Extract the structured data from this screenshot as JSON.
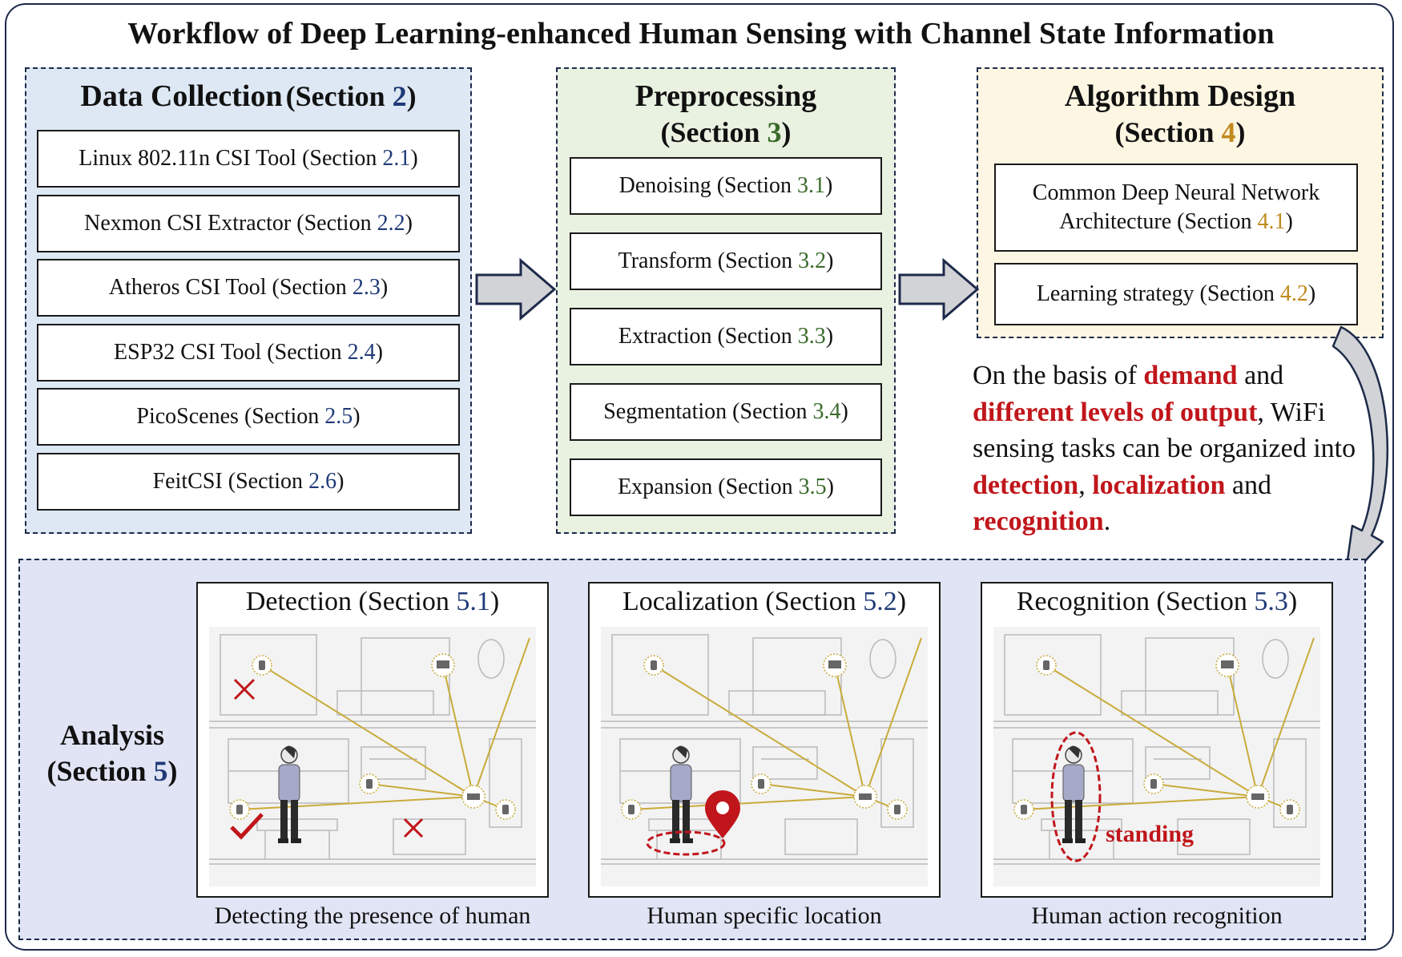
{
  "title": "Workflow of Deep Learning-enhanced Human Sensing with Channel State Information",
  "colors": {
    "section_blue": "#1f3a78",
    "section_green": "#3a6a2a",
    "section_gold": "#c08a1e",
    "emphasis_red": "#c0161b"
  },
  "data_collection": {
    "heading": "Data Collection",
    "section_prefix": "(Section ",
    "section_num": "2",
    "section_suffix": ")",
    "items": [
      {
        "name": "Linux 802.11n CSI Tool",
        "pre": " (Section ",
        "num": "2.1",
        "post": ")"
      },
      {
        "name": "Nexmon CSI Extractor",
        "pre": " (Section ",
        "num": "2.2",
        "post": ")"
      },
      {
        "name": "Atheros CSI Tool",
        "pre": " (Section ",
        "num": "2.3",
        "post": ")"
      },
      {
        "name": "ESP32 CSI Tool",
        "pre": " (Section ",
        "num": "2.4",
        "post": ")"
      },
      {
        "name": "PicoScenes",
        "pre": " (Section ",
        "num": "2.5",
        "post": ")"
      },
      {
        "name": "FeitCSI",
        "pre": " (Section ",
        "num": "2.6",
        "post": ")"
      }
    ]
  },
  "preprocessing": {
    "heading": "Preprocessing",
    "section_prefix": "(Section ",
    "section_num": "3",
    "section_suffix": ")",
    "items": [
      {
        "name": "Denoising",
        "pre": " (Section ",
        "num": "3.1",
        "post": ")"
      },
      {
        "name": "Transform",
        "pre": " (Section ",
        "num": "3.2",
        "post": ")"
      },
      {
        "name": "Extraction",
        "pre": " (Section ",
        "num": "3.3",
        "post": ")"
      },
      {
        "name": "Segmentation",
        "pre": " (Section ",
        "num": "3.4",
        "post": ")"
      },
      {
        "name": "Expansion",
        "pre": " (Section ",
        "num": "3.5",
        "post": ")"
      }
    ]
  },
  "algorithm": {
    "heading": "Algorithm Design",
    "section_prefix": "(Section ",
    "section_num": "4",
    "section_suffix": ")",
    "item1_line1": "Common Deep Neural Network",
    "item1_line2": "Architecture",
    "item1_pre": " (Section ",
    "item1_num": "4.1",
    "item1_post": ")",
    "item2_name": "Learning strategy",
    "item2_pre": " (Section ",
    "item2_num": "4.2",
    "item2_post": ")"
  },
  "note": {
    "t1": "On the basis of ",
    "h1": "demand",
    "t2": " and ",
    "h2": "different levels of output",
    "t3": ", WiFi sensing tasks can be organized into ",
    "h3": "detection",
    "t4": ", ",
    "h4": "localization",
    "t5": " and ",
    "h5": "recognition",
    "t6": "."
  },
  "analysis": {
    "heading": "Analysis",
    "section_prefix": "(Section ",
    "section_num": "5",
    "section_suffix": ")",
    "cards": [
      {
        "name": "Detection",
        "pre": " (Section ",
        "num": "5.1",
        "post": ")",
        "caption": "Detecting the presence of human"
      },
      {
        "name": "Localization",
        "pre": " (Section ",
        "num": "5.2",
        "post": ")",
        "caption": "Human specific location"
      },
      {
        "name": "Recognition",
        "pre": " (Section ",
        "num": "5.3",
        "post": ")",
        "caption": "Human action recognition",
        "action_label": "standing"
      }
    ]
  }
}
